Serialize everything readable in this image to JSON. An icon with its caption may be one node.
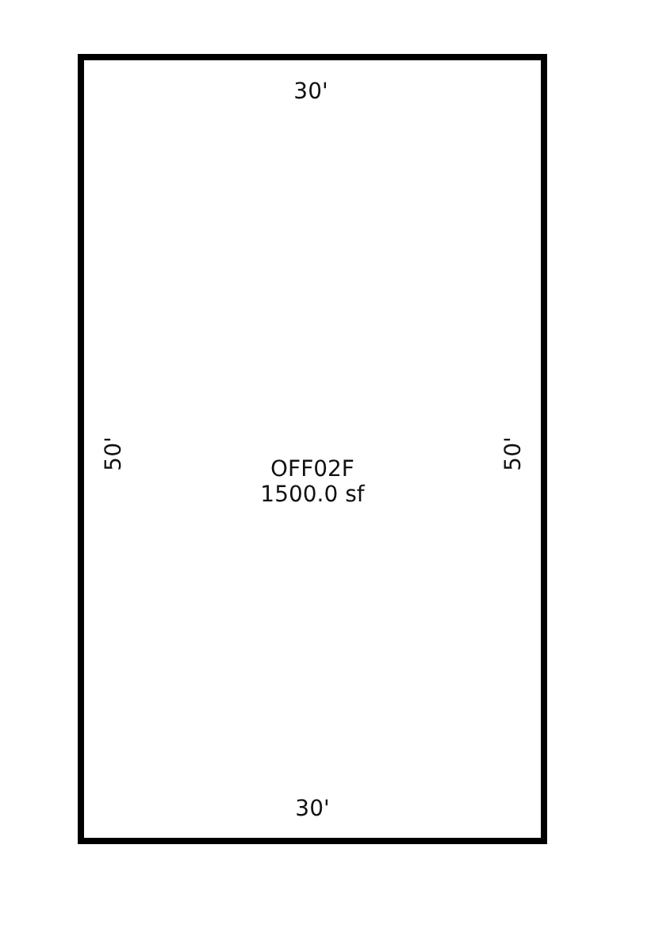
{
  "diagram": {
    "nodes": [
      {
        "text": [
          "OFF02F",
          "1500.0 sf"
        ]
      }
    ],
    "labels": [
      "30'",
      "50'",
      "50'",
      "30'"
    ]
  }
}
